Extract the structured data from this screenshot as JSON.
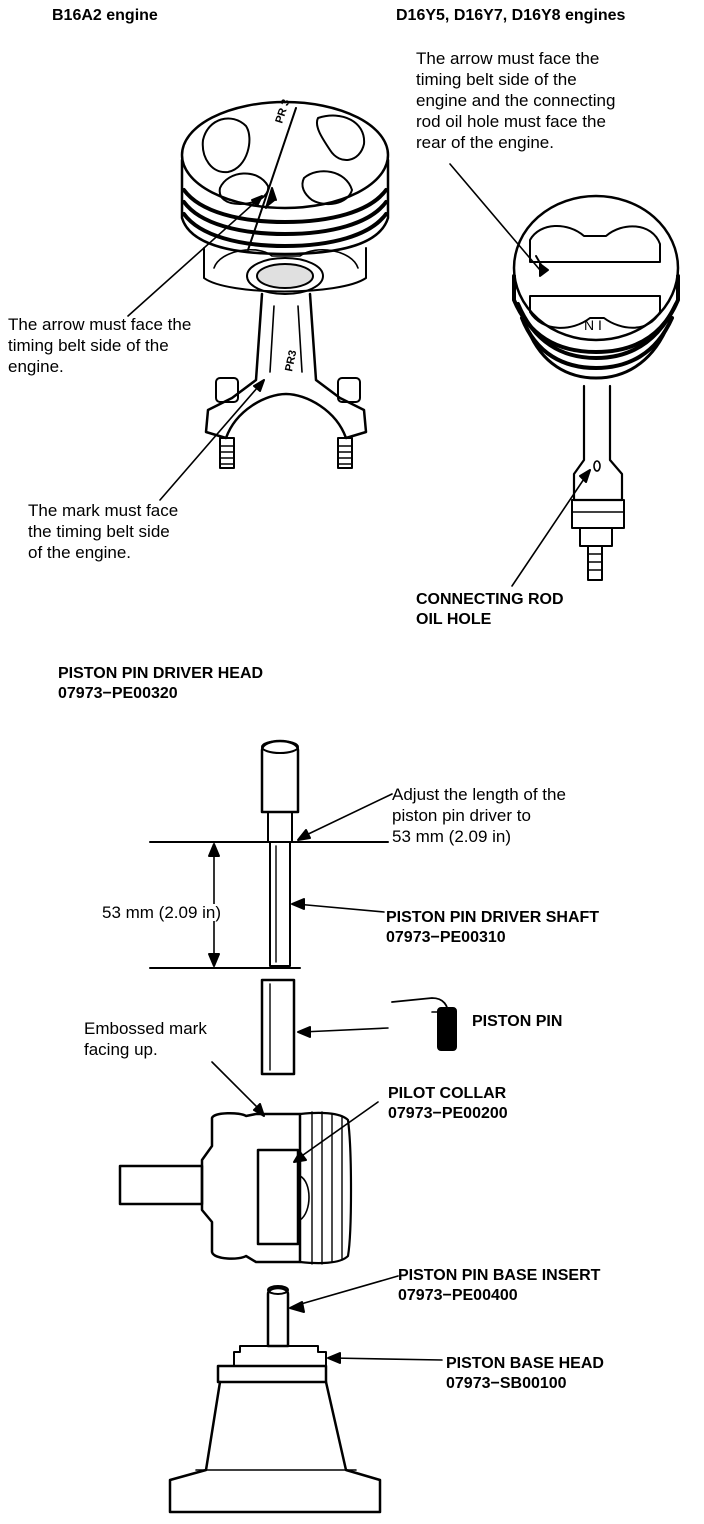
{
  "headers": {
    "left": "B16A2 engine",
    "right": "D16Y5, D16Y7, D16Y8 engines"
  },
  "notes": {
    "right_arrow_l1": "The arrow must face the",
    "right_arrow_l2": "timing belt side of the",
    "right_arrow_l3": "engine and the connecting",
    "right_arrow_l4": "rod oil hole must face the",
    "right_arrow_l5": "rear of the engine.",
    "left_arrow_l1": "The arrow must face the",
    "left_arrow_l2": "timing belt side of the",
    "left_arrow_l3": "engine.",
    "mark_l1": "The mark must face",
    "mark_l2": "the timing belt side",
    "mark_l3": "of the engine.",
    "adjust_l1": "Adjust the length of the",
    "adjust_l2": "piston pin driver to",
    "adjust_l3": "53 mm (2.09 in)",
    "dimension": "53 mm (2.09 in)",
    "embossed_l1": "Embossed mark",
    "embossed_l2": "facing up."
  },
  "piston_marks": {
    "left_crown": "PR 3",
    "left_rod": "PR3",
    "right_crown": "N I"
  },
  "parts": {
    "oil_hole_l1": "CONNECTING ROD",
    "oil_hole_l2": "OIL HOLE",
    "driver_head_name": "PISTON PIN DRIVER HEAD",
    "driver_head_code": "07973−PE00320",
    "driver_shaft_name": "PISTON PIN DRIVER SHAFT",
    "driver_shaft_code": "07973−PE00310",
    "piston_pin_name": "PISTON PIN",
    "pilot_collar_name": "PILOT COLLAR",
    "pilot_collar_code": "07973−PE00200",
    "base_insert_name": "PISTON PIN BASE INSERT",
    "base_insert_code": "07973−PE00400",
    "base_head_name": "PISTON BASE HEAD",
    "base_head_code": "07973−SB00100"
  }
}
